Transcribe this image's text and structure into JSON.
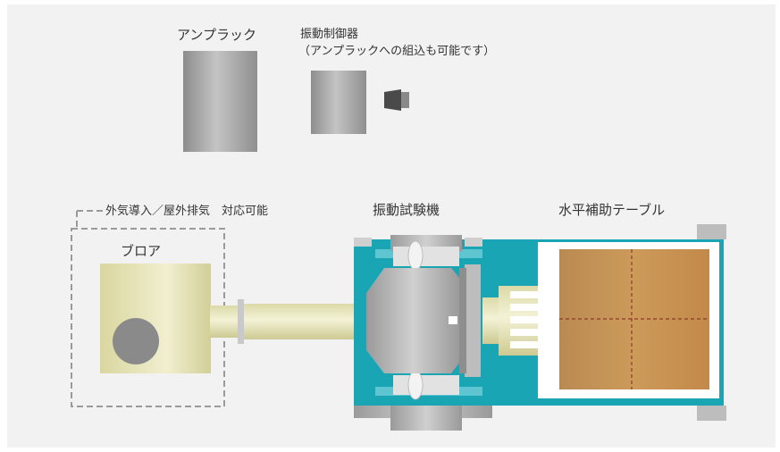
{
  "labels": {
    "amp_rack": "アンプラック",
    "controller_title": "振動制御器",
    "controller_note": "（アンプラックへの組込も可能です）",
    "air_note": "外気導入／屋外排気　対応可能",
    "blower": "ブロア",
    "shaker": "振動試験機",
    "slip_table": "水平補助テーブル"
  },
  "colors": {
    "background": "#f2f2f2",
    "teal": "#1aa5b5",
    "gray": "#a3a3a3",
    "blower": "#e6e3b6",
    "table_brown": "#c79455"
  }
}
